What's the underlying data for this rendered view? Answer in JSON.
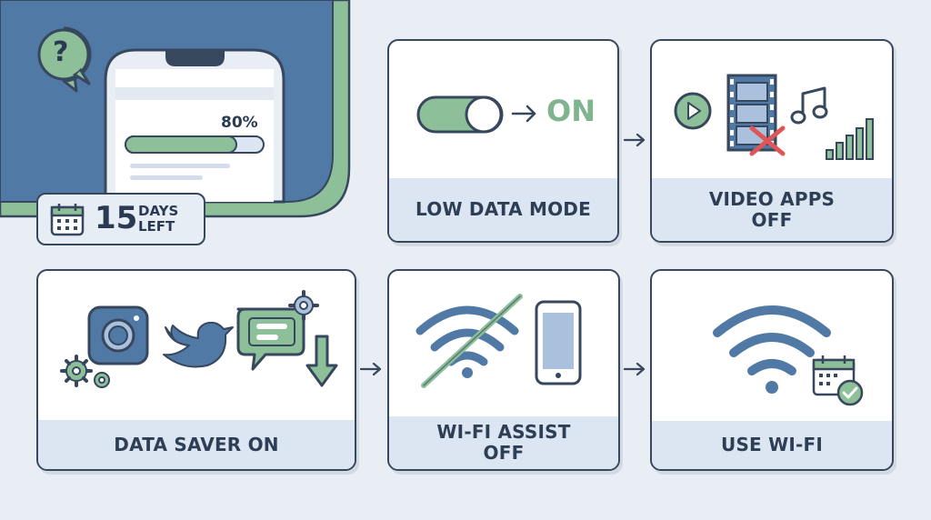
{
  "phone_panel": {
    "progress_label": "80%",
    "progress_value": 0.8,
    "days_number": "15",
    "days_word_1": "DAYS",
    "days_word_2": "LEFT",
    "help_symbol": "?"
  },
  "steps": [
    {
      "label": "LOW DATA MODE",
      "toggle_state": "ON"
    },
    {
      "label": "VIDEO APPS\nOFF"
    },
    {
      "label": "DATA SAVER ON"
    },
    {
      "label": "WI-FI ASSIST\nOFF"
    },
    {
      "label": "USE WI-FI"
    }
  ],
  "icons": [
    "question-bubble-icon",
    "calendar-icon",
    "toggle-icon",
    "play-icon",
    "film-icon",
    "cross-icon",
    "music-note-icon",
    "signal-bars-icon",
    "camera-app-icon",
    "bird-icon",
    "chat-bubble-icon",
    "download-arrow-icon",
    "gear-icon",
    "wifi-off-icon",
    "phone-icon",
    "wifi-icon",
    "calendar-check-icon",
    "arrow-right-icon"
  ],
  "colors": {
    "background": "#e9eef5",
    "panel_blue": "#5079a6",
    "accent_green": "#7fb48e",
    "outline": "#37475d",
    "label_band": "#dce6f3",
    "cross_red": "#e05656"
  }
}
